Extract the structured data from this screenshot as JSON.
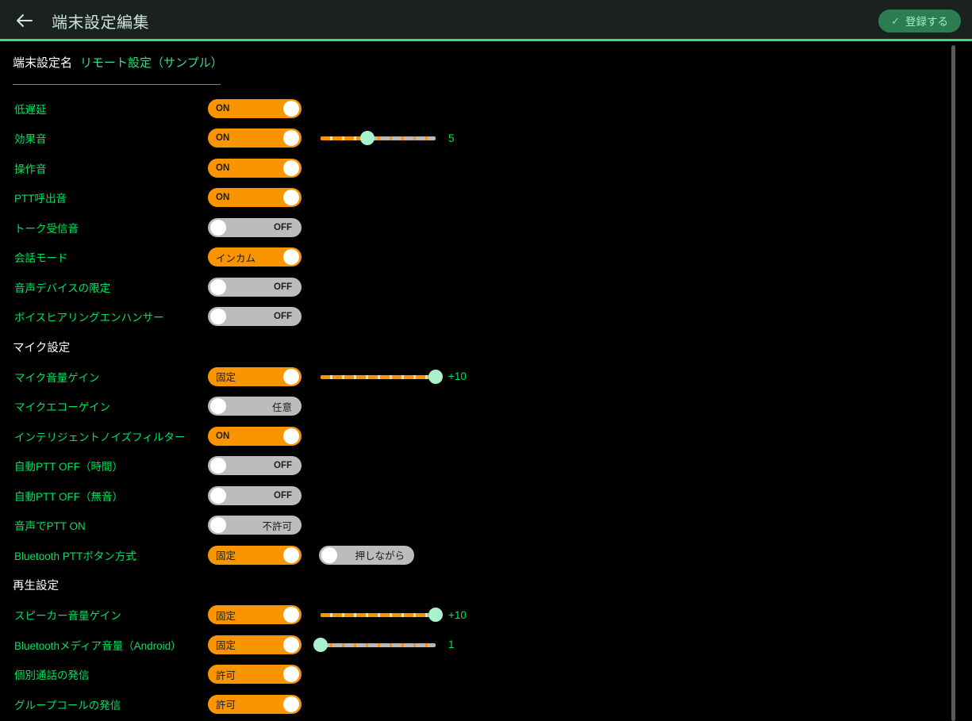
{
  "header": {
    "back_icon": "arrow-left-icon",
    "title": "端末設定編集",
    "register_label": "登録する",
    "register_check": "✓",
    "accent_color": "#3ddc84",
    "bar_color": "#1a211e"
  },
  "settings_name": {
    "label": "端末設定名",
    "value": "リモート設定（サンプル）"
  },
  "colors": {
    "label_green": "#00e25f",
    "toggle_on": "#f99500",
    "toggle_off": "#bcbcbc",
    "slider_thumb": "#a9f2cc",
    "section_head": "#ffffff",
    "background": "#000000"
  },
  "rows": [
    {
      "kind": "toggle",
      "label": "低遅延",
      "state": "on",
      "value": "ON"
    },
    {
      "kind": "toggle",
      "label": "効果音",
      "state": "on",
      "value": "ON",
      "slider": {
        "value": "5",
        "percent": 41,
        "min": 0,
        "max": 10
      }
    },
    {
      "kind": "toggle",
      "label": "操作音",
      "state": "on",
      "value": "ON"
    },
    {
      "kind": "toggle",
      "label": "PTT呼出音",
      "state": "on",
      "value": "ON"
    },
    {
      "kind": "toggle",
      "label": "トーク受信音",
      "state": "off",
      "value": "OFF"
    },
    {
      "kind": "toggle",
      "label": "会話モード",
      "state": "on",
      "value": "インカム",
      "jp": true
    },
    {
      "kind": "toggle",
      "label": "音声デバイスの限定",
      "state": "off",
      "value": "OFF"
    },
    {
      "kind": "toggle",
      "label": "ボイスヒアリングエンハンサー",
      "state": "off",
      "value": "OFF"
    },
    {
      "kind": "section",
      "label": "マイク設定"
    },
    {
      "kind": "toggle",
      "label": "マイク音量ゲイン",
      "state": "on",
      "value": "固定",
      "jp": true,
      "slider": {
        "value": "+10",
        "percent": 100,
        "min": -10,
        "max": 10
      }
    },
    {
      "kind": "toggle",
      "label": "マイクエコーゲイン",
      "state": "off",
      "value": "任意",
      "jp": true
    },
    {
      "kind": "toggle",
      "label": "インテリジェントノイズフィルター",
      "state": "on",
      "value": "ON"
    },
    {
      "kind": "toggle",
      "label": "自動PTT OFF（時間）",
      "state": "off",
      "value": "OFF"
    },
    {
      "kind": "toggle",
      "label": "自動PTT OFF（無音）",
      "state": "off",
      "value": "OFF"
    },
    {
      "kind": "toggle",
      "label": "音声でPTT ON",
      "state": "off",
      "value": "不許可",
      "jp": true
    },
    {
      "kind": "toggle",
      "label": "Bluetooth PTTボタン方式",
      "state": "on",
      "value": "固定",
      "jp": true,
      "secondary": {
        "state": "off",
        "value": "押しながら",
        "jp": true
      }
    },
    {
      "kind": "section",
      "label": "再生設定"
    },
    {
      "kind": "toggle",
      "label": "スピーカー音量ゲイン",
      "state": "on",
      "value": "固定",
      "jp": true,
      "slider": {
        "value": "+10",
        "percent": 100,
        "min": -10,
        "max": 10
      }
    },
    {
      "kind": "toggle",
      "label": "Bluetoothメディア音量（Android）",
      "state": "on",
      "value": "固定",
      "jp": true,
      "slider": {
        "value": "1",
        "percent": 0,
        "min": 0,
        "max": 10
      }
    },
    {
      "kind": "toggle",
      "label": "個別通話の発信",
      "state": "on",
      "value": "許可",
      "jp": true
    },
    {
      "kind": "toggle",
      "label": "グループコールの発信",
      "state": "on",
      "value": "許可",
      "jp": true
    }
  ]
}
